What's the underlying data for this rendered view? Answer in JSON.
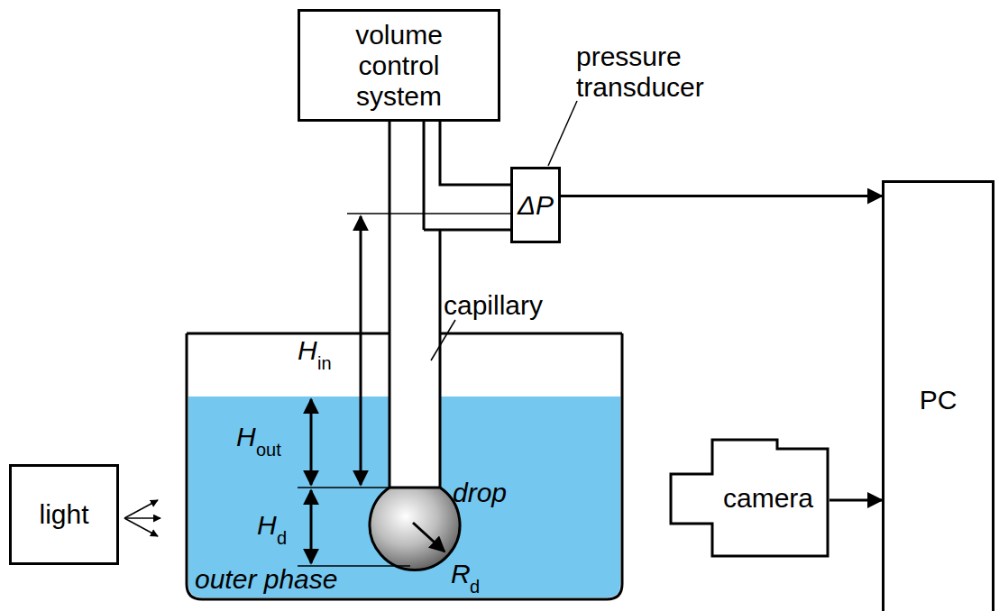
{
  "diagram": {
    "nodes": [
      {
        "text": [
          "volume control system"
        ]
      },
      {
        "text": [
          "pressure transducer",
          "ΔP"
        ]
      },
      {
        "text": [
          "light"
        ]
      },
      {
        "text": [
          "camera"
        ]
      },
      {
        "text": [
          "PC"
        ]
      }
    ],
    "edges": [
      {
        "from": 0,
        "to": 1,
        "arrow": "none"
      },
      {
        "from": 1,
        "to": 4,
        "arrow": "to"
      },
      {
        "from": 3,
        "to": 4,
        "arrow": "to"
      }
    ],
    "labels": [
      "capillary",
      "H",
      "in",
      "H",
      "out",
      "H",
      "d",
      "drop",
      "R",
      "d",
      "outer phase"
    ]
  }
}
